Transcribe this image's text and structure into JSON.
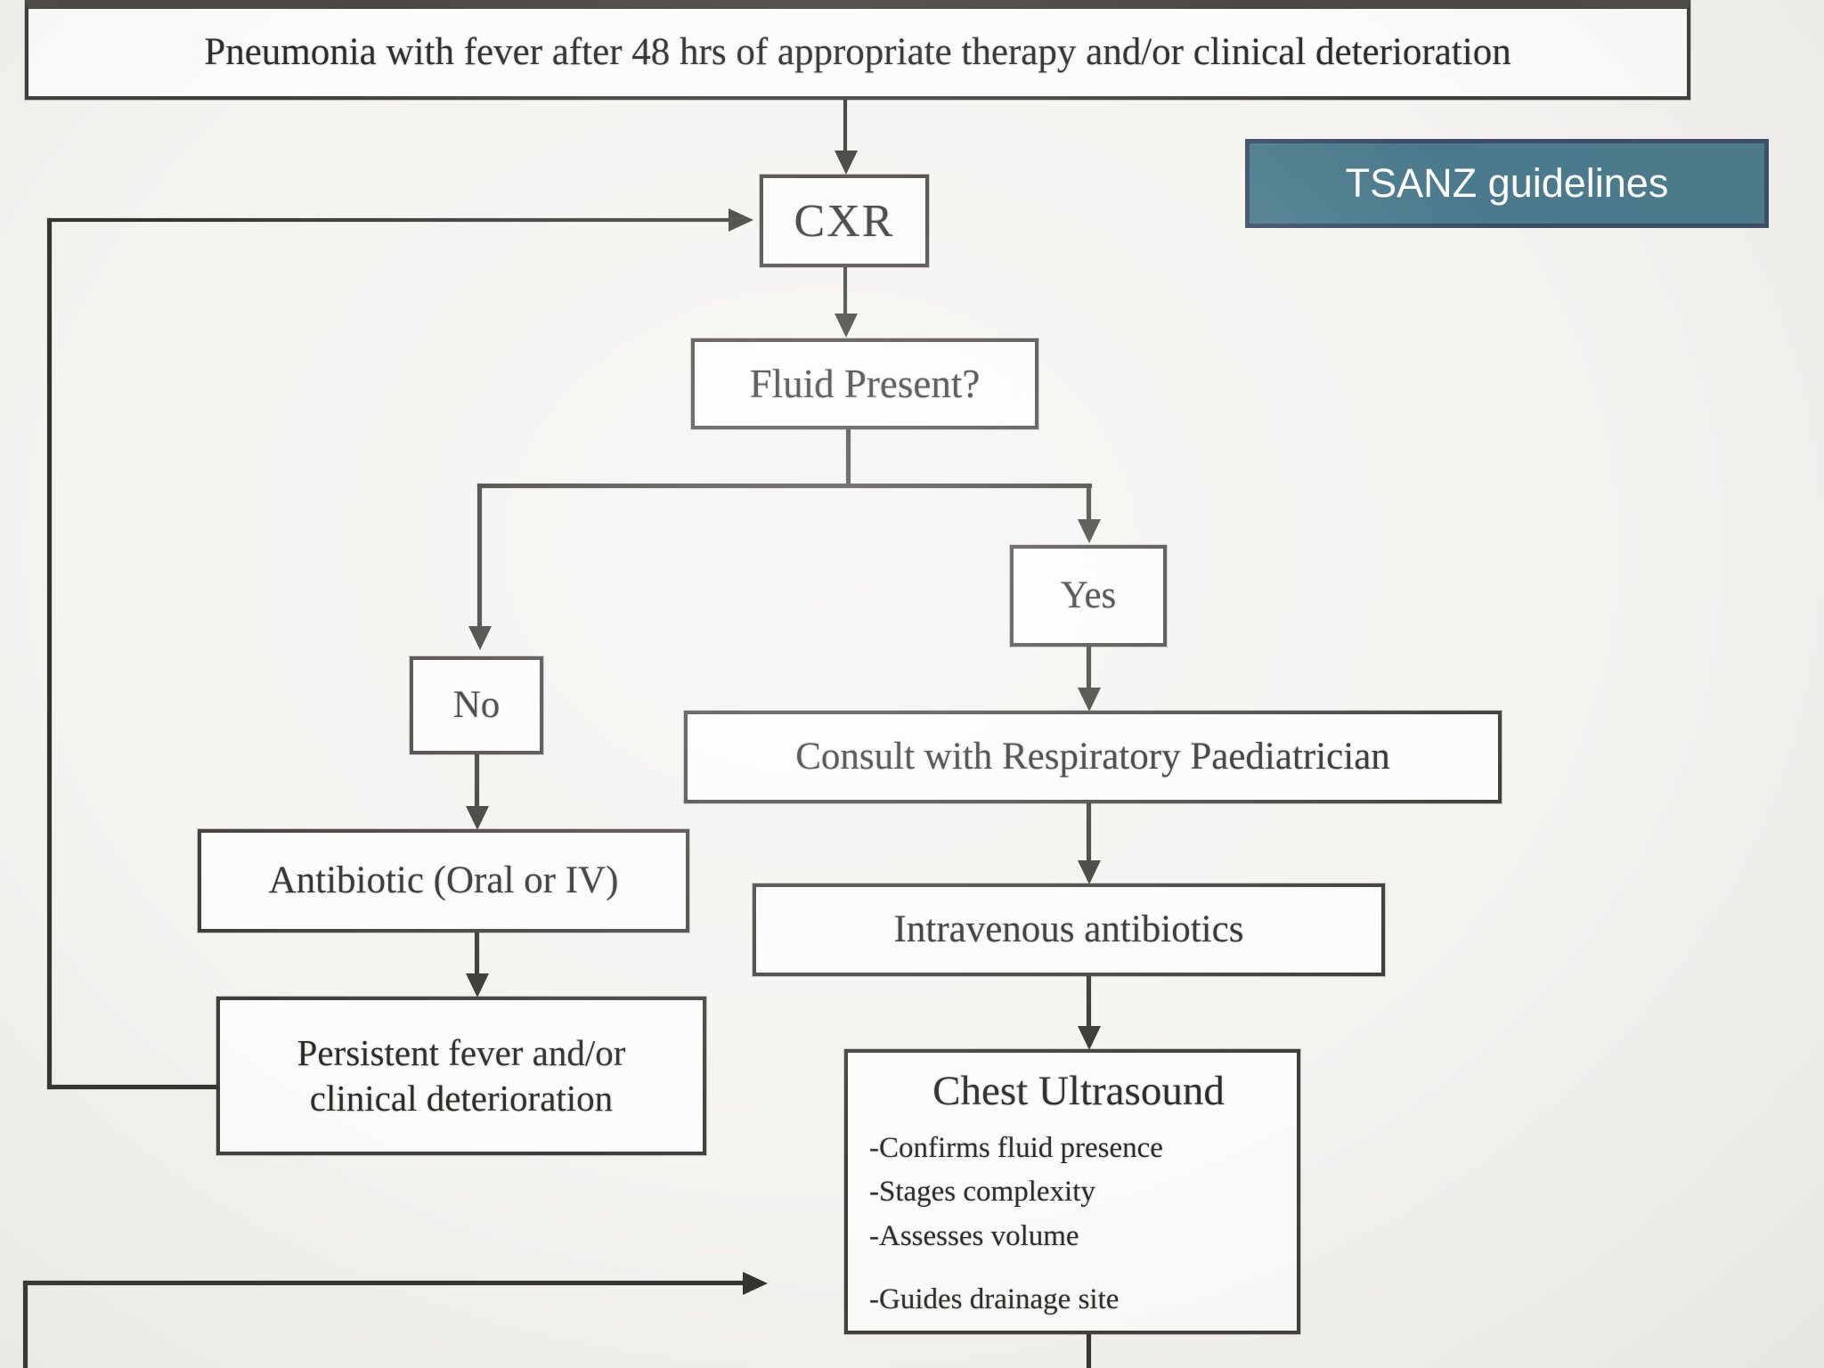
{
  "badge": {
    "label": "TSANZ guidelines",
    "bg_color": "#4a7a8c",
    "border_color": "#3d4c66",
    "text_color": "#ffffff"
  },
  "nodes": {
    "start": {
      "label": "Pneumonia with fever after 48 hrs of appropriate therapy and/or clinical deterioration"
    },
    "cxr": {
      "label": "CXR"
    },
    "fluid_present": {
      "label": "Fluid Present?"
    },
    "no": {
      "label": "No"
    },
    "yes": {
      "label": "Yes"
    },
    "consult": {
      "label": "Consult with Respiratory Paediatrician"
    },
    "antibiotic": {
      "label": "Antibiotic (Oral or IV)"
    },
    "persistent": {
      "label": "Persistent fever and/or\nclinical deterioration"
    },
    "iv_antibiotics": {
      "label": "Intravenous antibiotics"
    },
    "chest_ultrasound": {
      "title": "Chest Ultrasound",
      "bullets": [
        "-Confirms fluid presence",
        "-Stages complexity",
        "-Assesses volume",
        "-Guides drainage site"
      ]
    }
  },
  "colors": {
    "background": "#f4f3f0",
    "box_fill": "#fcfcfa",
    "box_border": "#403e3a",
    "line": "#35332f",
    "text": "#2e2c29"
  }
}
